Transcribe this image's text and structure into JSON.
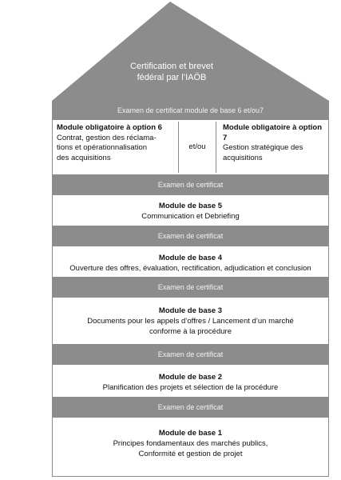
{
  "roof": {
    "line1": "Certification et brevet",
    "line2": "fédéral par l’IAÖB"
  },
  "bands": [
    "Examen de certificat module de base 6 et/ou7",
    "Examen de certificat",
    "Examen de certificat",
    "Examen de certificat",
    "Examen de certificat",
    "Examen de certificat"
  ],
  "options": {
    "left": {
      "title": "Module obligatoire à option 6",
      "lines": [
        "Contrat, gestion des réclama-",
        "tions et opérationnalisation",
        "des acquisitions"
      ]
    },
    "connector": "et/ou",
    "right": {
      "title": "Module obligatoire à option 7",
      "lines": [
        "Gestion stratégique des",
        "acquisitions"
      ]
    }
  },
  "modules": [
    {
      "title": "Module de base 5",
      "lines": [
        "Communication et Debriefing"
      ]
    },
    {
      "title": "Module de base 4",
      "lines": [
        "Ouverture des offres, évaluation, rectification, adjudication et conclusion"
      ]
    },
    {
      "title": "Module de base 3",
      "lines": [
        "Documents pour les appels d’offres / Lancement d’un marché",
        "conforme à la procédure"
      ]
    },
    {
      "title": "Module de base 2",
      "lines": [
        "Planification des projets et sélection de la procédure"
      ]
    },
    {
      "title": "Module de base 1",
      "lines": [
        "Principes fondamentaux des marchés publics,",
        "Conformité et gestion de projet"
      ]
    }
  ],
  "colors": {
    "roof": "#8c8c8c",
    "band": "#8c8c8c"
  }
}
